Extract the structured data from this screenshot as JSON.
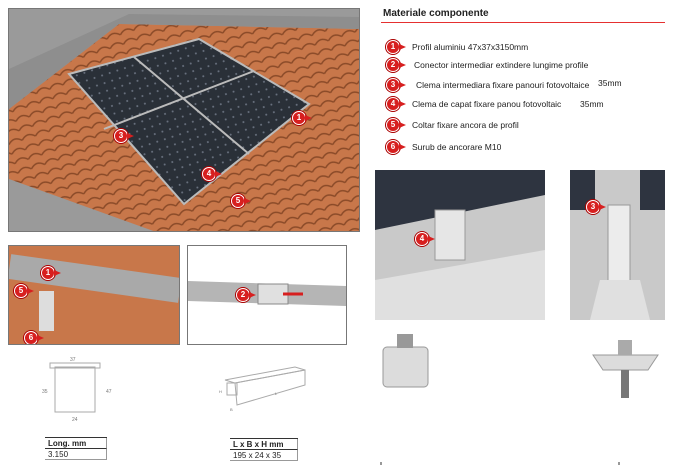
{
  "header": {
    "title": "Materiale componente"
  },
  "components": [
    {
      "num": "1",
      "label": "Profil aluminiu 47x37x3150mm",
      "size": ""
    },
    {
      "num": "2",
      "label": "Conector intermediar extindere lungime profile",
      "size": ""
    },
    {
      "num": "3",
      "label": "Clema intermediara fixare panouri fotovoltaice",
      "size": "35mm"
    },
    {
      "num": "4",
      "label": "Clema de capat fixare panou fotovoltaic",
      "size": "35mm"
    },
    {
      "num": "5",
      "label": "Coltar fixare ancora de profil",
      "size": ""
    },
    {
      "num": "6",
      "label": "Surub de ancorare M10",
      "size": ""
    }
  ],
  "profile_drawing": {
    "dims": [
      "37",
      "35",
      "47",
      "24"
    ],
    "table_header": "Long. mm",
    "table_value": "3.150"
  },
  "connector_drawing": {
    "dims": [
      "H",
      "B",
      "L"
    ],
    "table_header": "L x B x H mm",
    "table_value": "195 x 24 x 35"
  },
  "colors": {
    "accent": "#d71f1f",
    "tile": "#c8774a",
    "panel": "#2a3038"
  }
}
